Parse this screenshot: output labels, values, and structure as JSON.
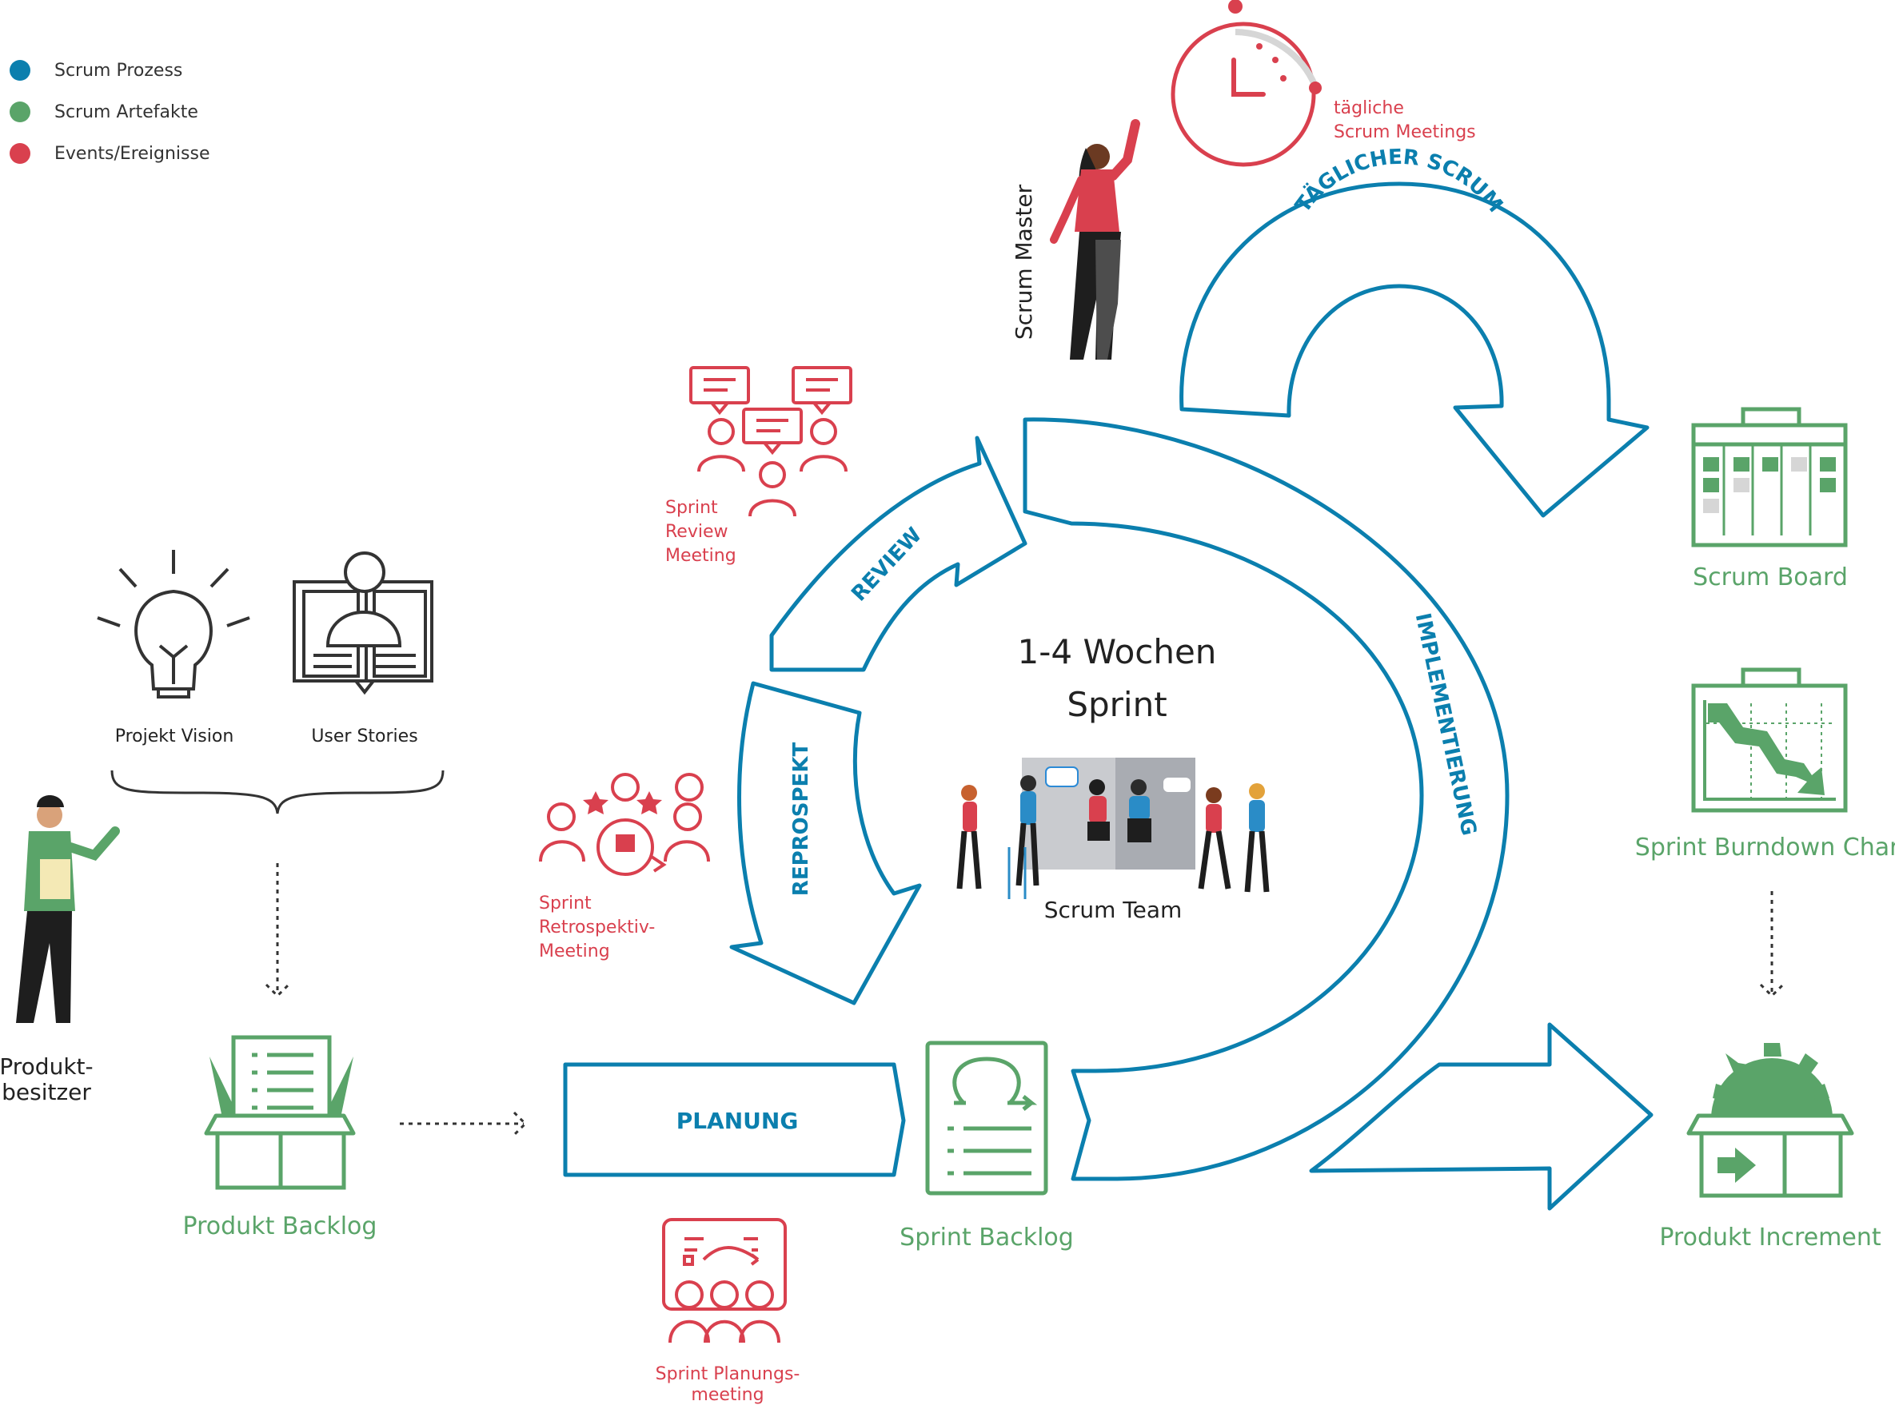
{
  "colors": {
    "process": "#0b7fae",
    "artifact": "#5aa469",
    "event": "#d9404e",
    "ink": "#333333",
    "arrow": "#0b7fae"
  },
  "legend": [
    {
      "label": "Scrum Prozess",
      "color": "#0b7fae"
    },
    {
      "label": "Scrum Artefakte",
      "color": "#5aa469"
    },
    {
      "label": "Events/Ereignisse",
      "color": "#d9404e"
    }
  ],
  "cycle": {
    "center_title_line1": "1-4 Wochen",
    "center_title_line2": "Sprint",
    "team_label": "Scrum Team",
    "phases": {
      "review": "REVIEW",
      "retrospect": "REPROSPEKT",
      "implementation": "IMPLEMENTIERUNG",
      "daily": "TÄGLICHER SCRUM",
      "planning": "PLANUNG"
    }
  },
  "roles": {
    "scrum_master": "Scrum Master",
    "product_owner_line1": "Produkt-",
    "product_owner_line2": "besitzer"
  },
  "inputs": {
    "vision": "Projekt Vision",
    "stories": "User Stories"
  },
  "events": {
    "daily_line1": "tägliche",
    "daily_line2": "Scrum Meetings",
    "review_line1": "Sprint",
    "review_line2": "Review",
    "review_line3": "Meeting",
    "retro_line1": "Sprint",
    "retro_line2": "Retrospektiv-",
    "retro_line3": "Meeting",
    "planning_line1": "Sprint Planungs-",
    "planning_line2": "meeting"
  },
  "artifacts": {
    "product_backlog": "Produkt Backlog",
    "sprint_backlog": "Sprint Backlog",
    "scrum_board": "Scrum Board",
    "burndown": "Sprint Burndown Chart",
    "increment": "Produkt Increment"
  }
}
